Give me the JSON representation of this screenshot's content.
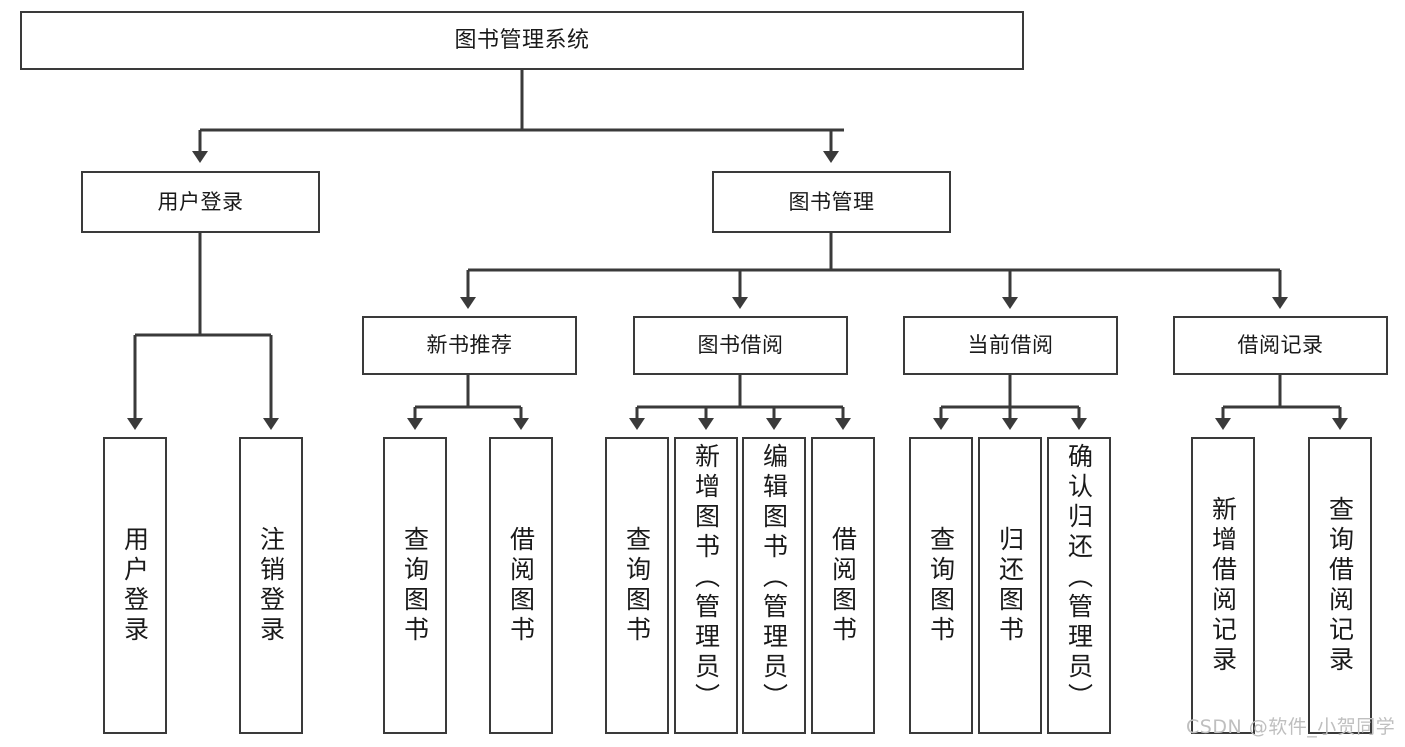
{
  "diagram": {
    "title": "图书管理系统",
    "type": "function-structure-tree",
    "orientation": "top-down",
    "stroke_color": "#3a3a3a",
    "fill_color": "#ffffff",
    "text_color": "#1a1a1a"
  },
  "root": {
    "label": "图书管理系统"
  },
  "tier2": [
    {
      "label": "用户登录"
    },
    {
      "label": "图书管理"
    }
  ],
  "tier3": [
    {
      "label": "新书推荐"
    },
    {
      "label": "图书借阅"
    },
    {
      "label": "当前借阅"
    },
    {
      "label": "借阅记录"
    }
  ],
  "leaves": {
    "user_login": [
      {
        "label": "用户登录"
      },
      {
        "label": "注销登录"
      }
    ],
    "new_book": [
      {
        "label": "查询图书"
      },
      {
        "label": "借阅图书"
      }
    ],
    "book_borrow": [
      {
        "label": "查询图书"
      },
      {
        "label": "新增图书（管理员）"
      },
      {
        "label": "编辑图书（管理员）"
      },
      {
        "label": "借阅图书"
      }
    ],
    "current_borrow": [
      {
        "label": "查询图书"
      },
      {
        "label": "归还图书"
      },
      {
        "label": "确认归还（管理员）"
      }
    ],
    "borrow_record": [
      {
        "label": "新增借阅记录"
      },
      {
        "label": "查询借阅记录"
      }
    ]
  },
  "watermark": {
    "text": "CSDN @软件_小贺同学",
    "color": "#bfbfbf"
  }
}
